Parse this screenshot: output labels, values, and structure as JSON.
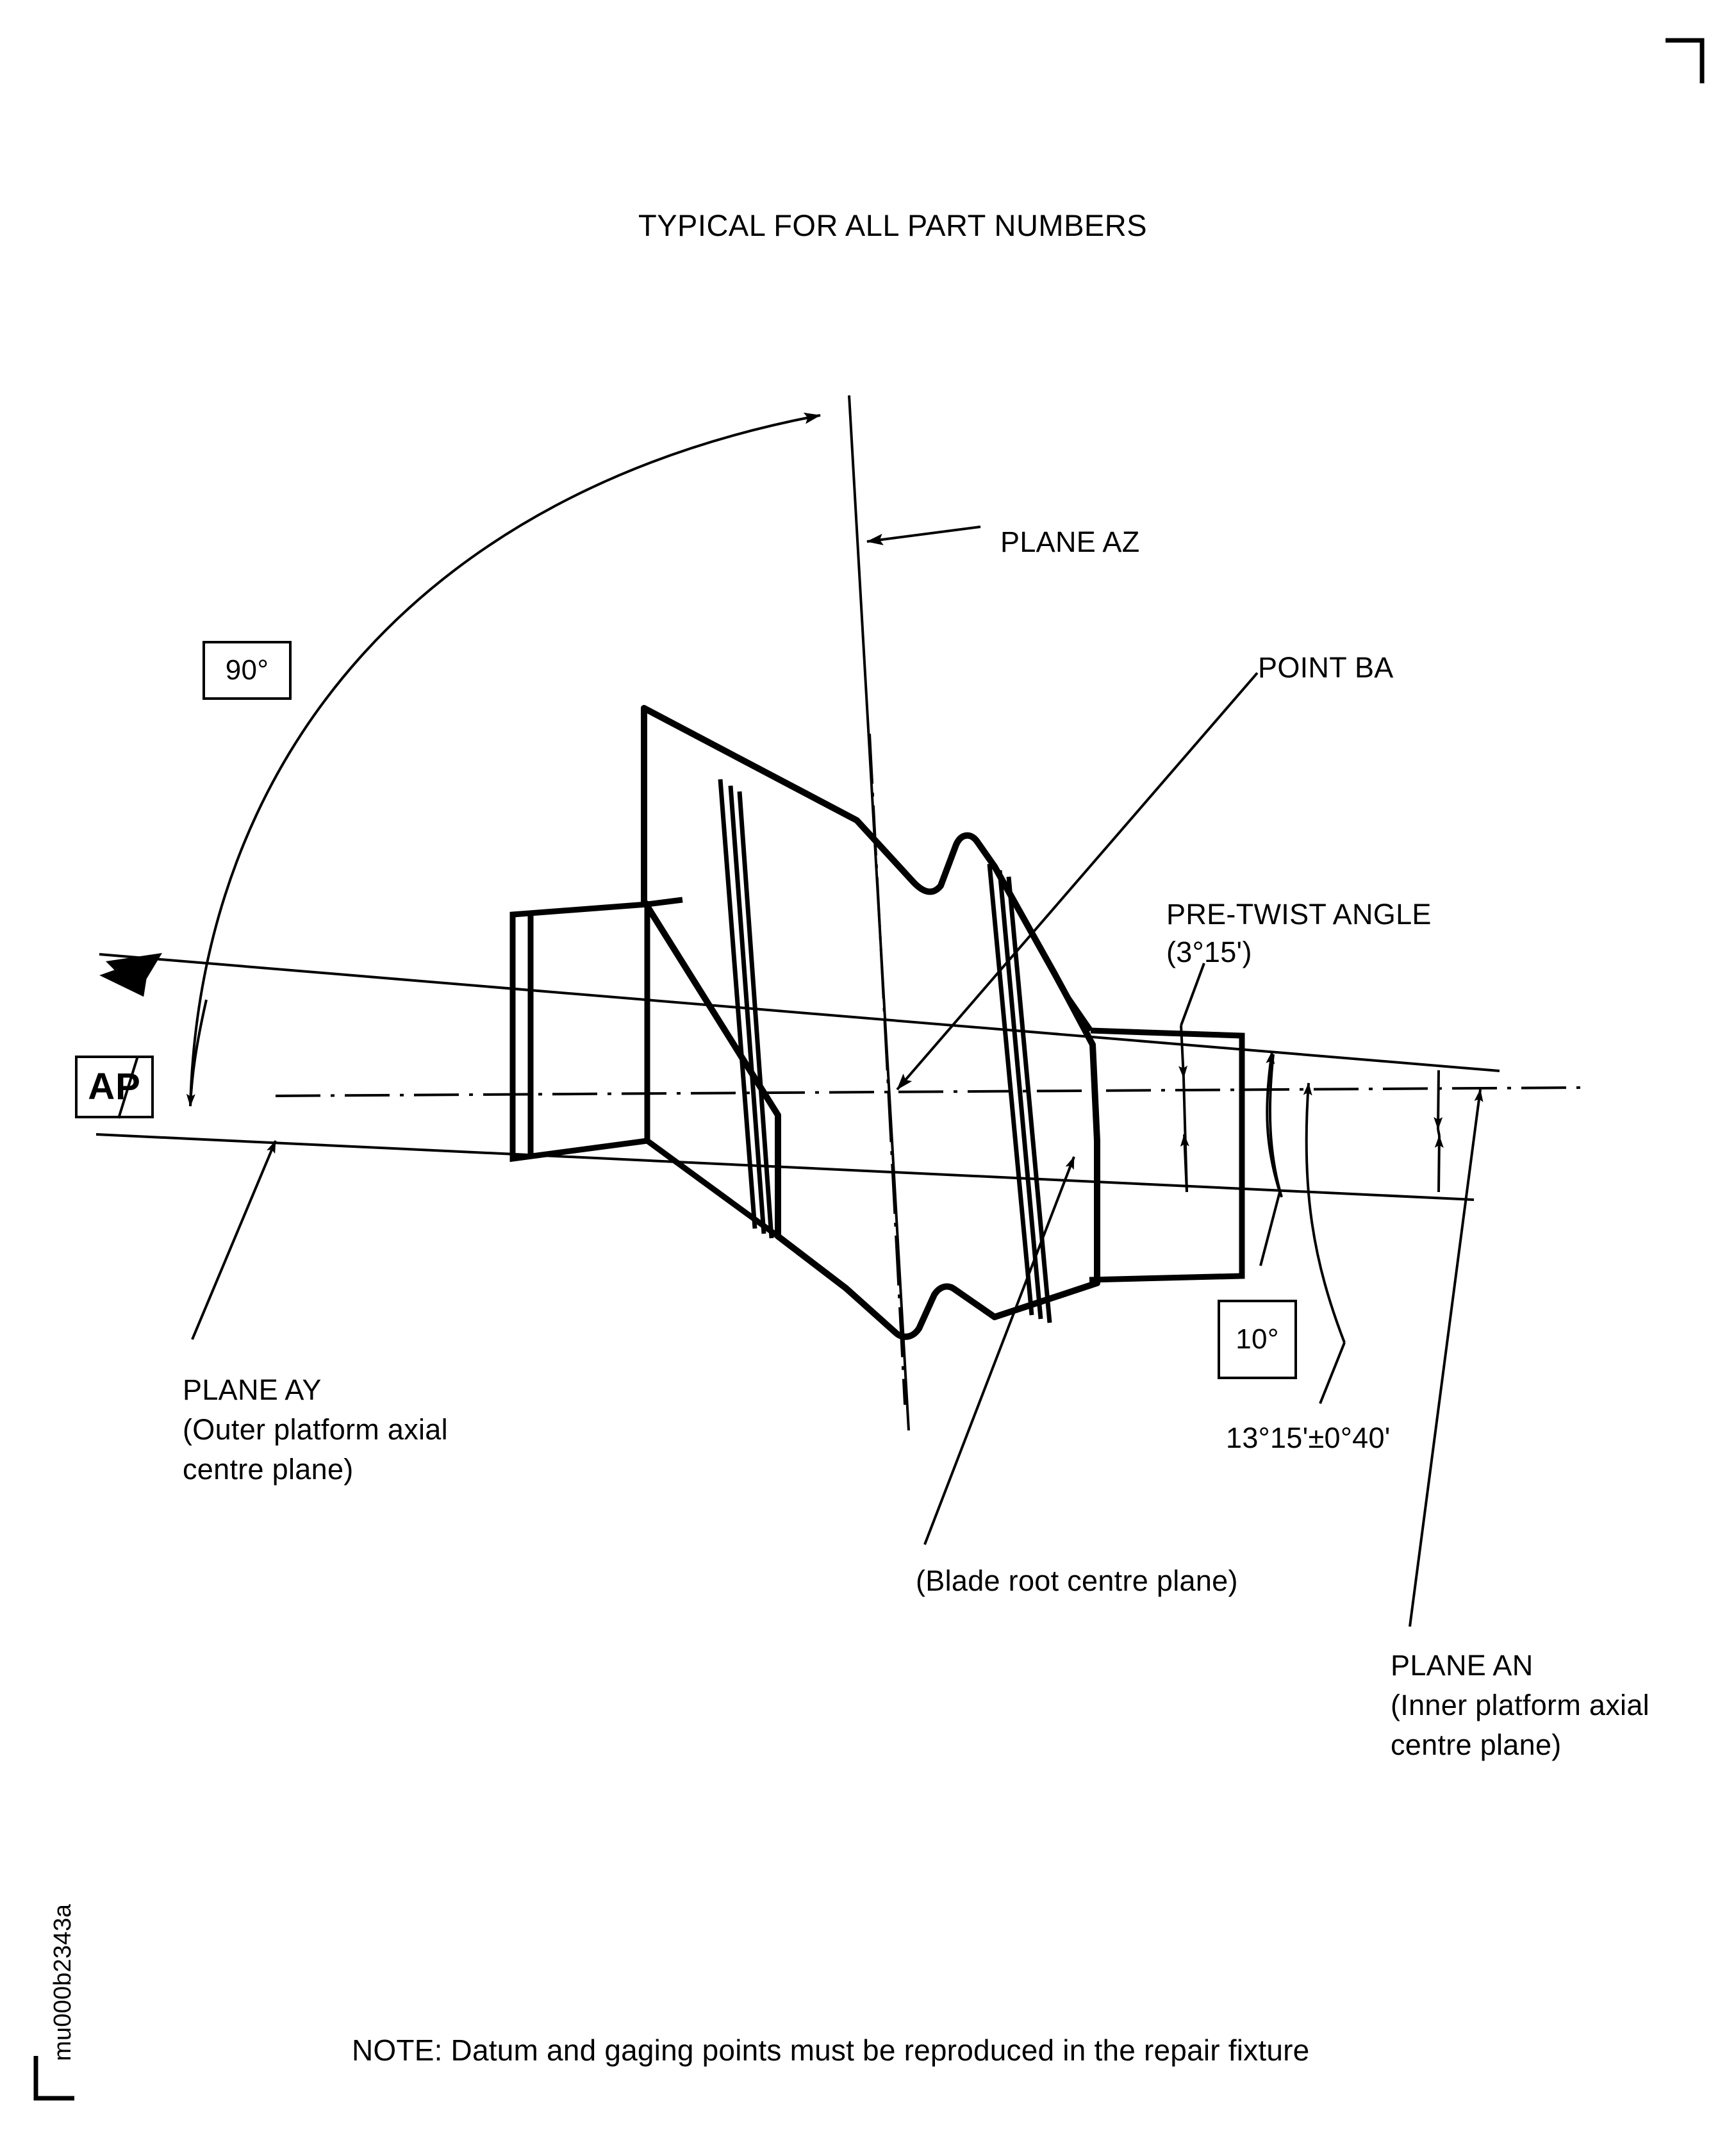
{
  "sheet": {
    "title": "TYPICAL FOR ALL PART NUMBERS",
    "drawing_code": "mu000b2343a",
    "note": "NOTE: Datum and gaging points must be reproduced in the repair fixture",
    "background_color": "#ffffff",
    "line_color": "#000000"
  },
  "annotations": {
    "plane_az": "PLANE AZ",
    "point_ba": "POINT BA",
    "pre_twist_angle_label": "PRE-TWIST ANGLE",
    "pre_twist_angle_value": "(3°15')",
    "plane_ay_label": "PLANE AY",
    "plane_ay_desc_line1": "(Outer platform axial",
    "plane_ay_desc_line2": "centre plane)",
    "plane_an_label": "PLANE AN",
    "plane_an_desc_line1": "(Inner platform axial",
    "plane_an_desc_line2": "centre plane)",
    "blade_root_centre_plane": "(Blade root centre plane)",
    "datum_ap": "AP"
  },
  "dimensions": {
    "angle_90": "90°",
    "angle_10": "10°",
    "angle_13_15": "13°15'±0°40'"
  }
}
